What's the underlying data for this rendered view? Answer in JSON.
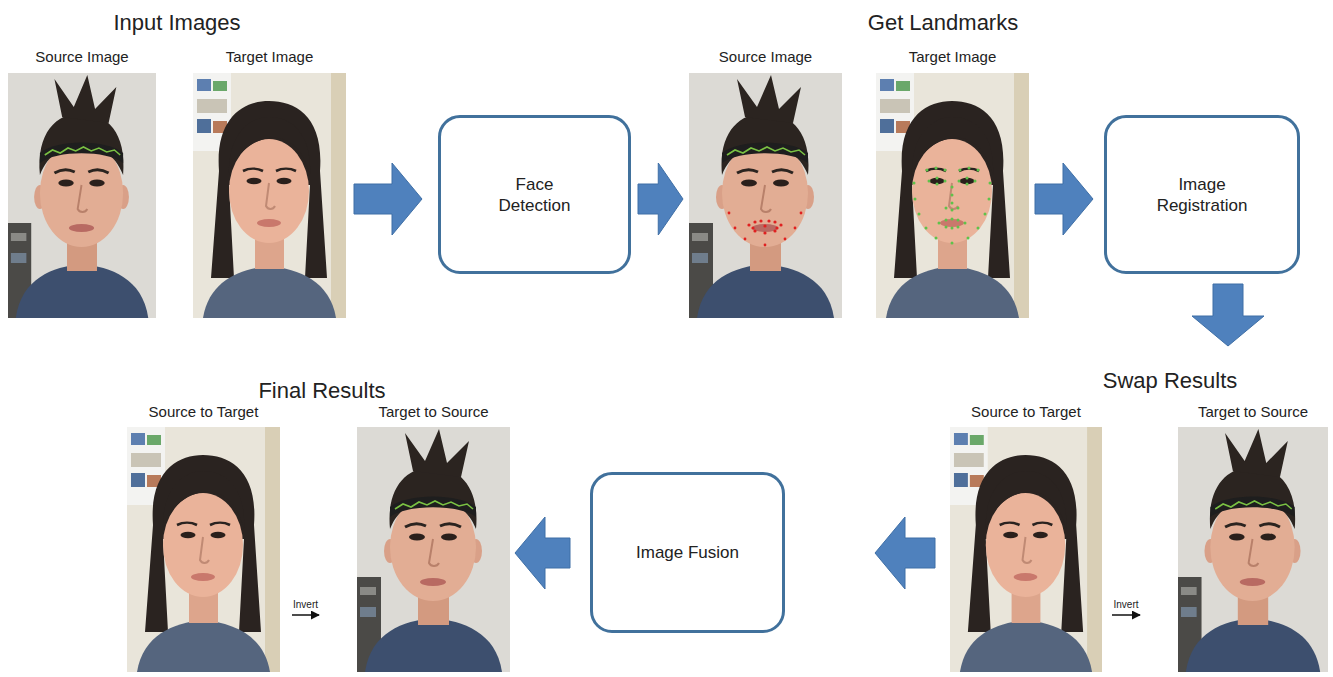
{
  "diagram": {
    "nodes": [
      {
        "text": [
          "Input Images"
        ]
      },
      {
        "text": [
          "Source Image"
        ],
        "in": 0
      },
      {
        "text": [
          "Target Image"
        ],
        "in": 0
      },
      {
        "text": [
          "Face Detection"
        ]
      },
      {
        "text": [
          "Get Landmarks"
        ]
      },
      {
        "text": [
          "Source Image"
        ],
        "in": 4
      },
      {
        "text": [
          "Target Image"
        ],
        "in": 4
      },
      {
        "text": [
          "Image Registration"
        ]
      },
      {
        "text": [
          "Final Results"
        ]
      },
      {
        "text": [
          "Source to Target"
        ],
        "in": 8
      },
      {
        "text": [
          "Target to Source"
        ],
        "in": 8
      },
      {
        "text": [
          "Image Fusion"
        ]
      },
      {
        "text": [
          "Swap Results"
        ]
      },
      {
        "text": [
          "Source to Target"
        ],
        "in": 12
      },
      {
        "text": [
          "Target to Source"
        ],
        "in": 12
      }
    ],
    "edges": [
      {
        "from": 0,
        "to": 3,
        "arrow": "to"
      },
      {
        "from": 3,
        "to": 4,
        "arrow": "to"
      },
      {
        "from": 4,
        "to": 7,
        "arrow": "to"
      },
      {
        "from": 7,
        "to": 12,
        "arrow": "to"
      },
      {
        "from": 12,
        "to": 11,
        "arrow": "to"
      },
      {
        "from": 11,
        "to": 8,
        "arrow": "to"
      },
      {
        "from": 9,
        "to": 10,
        "label": "Invert",
        "arrow": "to"
      },
      {
        "from": 13,
        "to": 14,
        "label": "Invert",
        "arrow": "to"
      }
    ]
  }
}
